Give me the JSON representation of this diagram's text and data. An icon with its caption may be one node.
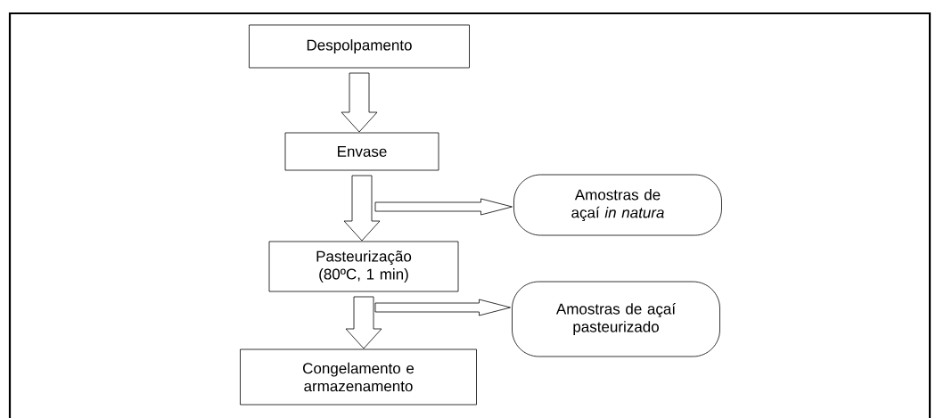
{
  "diagram": {
    "nodes": [
      {
        "text": [
          "Despolpamento"
        ]
      },
      {
        "text": [
          "Envase"
        ]
      },
      {
        "text": [
          "Pasteurização (80ºC, 1 min)"
        ]
      },
      {
        "text": [
          "Congelamento e armazenamento"
        ]
      },
      {
        "text": [
          "Amostras de açaí *in natura*"
        ]
      },
      {
        "text": [
          "Amostras de açaí pasteurizado"
        ]
      }
    ],
    "edges": [
      {
        "from": 0,
        "to": 1,
        "arrow": "to"
      },
      {
        "from": 1,
        "to": 2,
        "arrow": "to"
      },
      {
        "from": null,
        "to": 4,
        "arrow": "to"
      },
      {
        "from": 2,
        "to": 3,
        "arrow": "to"
      },
      {
        "from": null,
        "to": 5,
        "arrow": "to"
      }
    ]
  }
}
